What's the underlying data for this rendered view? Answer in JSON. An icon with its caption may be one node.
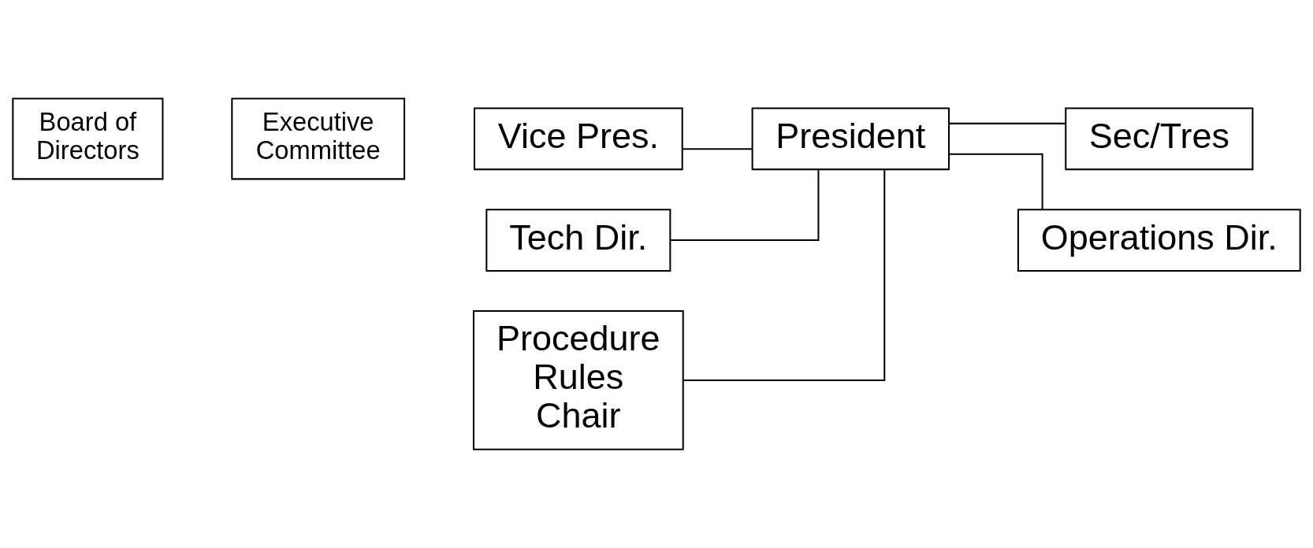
{
  "diagram": {
    "nodes": [
      {
        "text": [
          "Board of Directors"
        ]
      },
      {
        "text": [
          "Executive Committee"
        ]
      },
      {
        "text": [
          "President"
        ]
      },
      {
        "text": [
          "Vice Pres."
        ]
      },
      {
        "text": [
          "Sec/Tres"
        ]
      },
      {
        "text": [
          "Tech Dir."
        ]
      },
      {
        "text": [
          "Operations Dir."
        ]
      },
      {
        "text": [
          "Procedure Rules Chair"
        ]
      }
    ],
    "edges": [
      {
        "from": 2,
        "to": 3,
        "arrow": "none"
      },
      {
        "from": 2,
        "to": 4,
        "arrow": "none"
      },
      {
        "from": 2,
        "to": 5,
        "arrow": "none"
      },
      {
        "from": 2,
        "to": 6,
        "arrow": "none"
      },
      {
        "from": 2,
        "to": 7,
        "arrow": "none"
      }
    ]
  }
}
